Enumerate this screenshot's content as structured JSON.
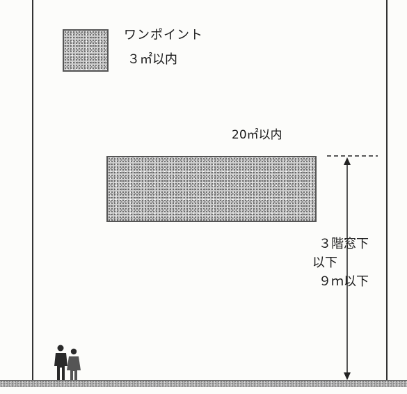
{
  "signs": {
    "small_label": "ワンポイント",
    "small_area": "３㎡以内",
    "large_area": "20㎡以内"
  },
  "height_limit": {
    "line1": "３階窓下",
    "line2": "以下",
    "line3": "９ｍ以下"
  },
  "colors": {
    "outline": "#333333",
    "stipple": "#cfcfcf",
    "ground": "#b3b3b3"
  },
  "icons": [
    "people-icon",
    "dimension-arrow-icon"
  ]
}
